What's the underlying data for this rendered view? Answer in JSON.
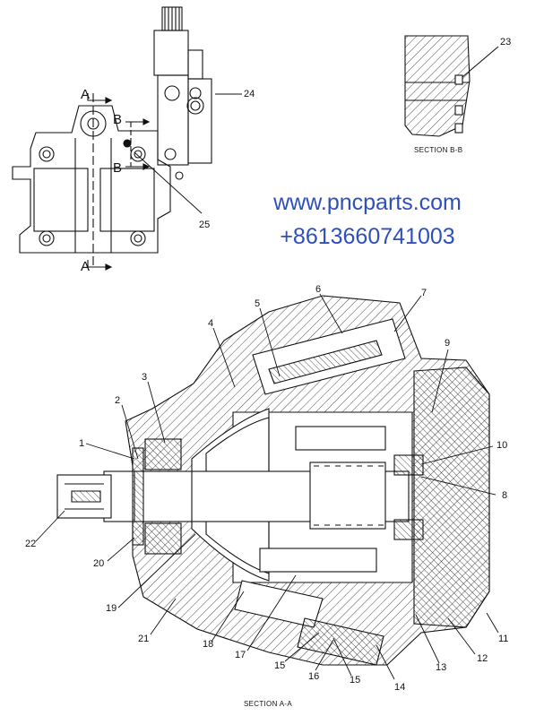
{
  "watermark": {
    "url": "www.pncparts.com",
    "phone": "+8613660741003"
  },
  "captions": {
    "section_bb": "SECTION B-B",
    "section_aa": "SECTION A-A"
  },
  "section_markers": [
    "A",
    "A",
    "B",
    "B"
  ],
  "callouts": [
    "1",
    "2",
    "3",
    "4",
    "5",
    "6",
    "7",
    "8",
    "9",
    "10",
    "11",
    "12",
    "13",
    "14",
    "15",
    "15",
    "16",
    "17",
    "18",
    "19",
    "20",
    "21",
    "22",
    "23",
    "24",
    "25"
  ]
}
